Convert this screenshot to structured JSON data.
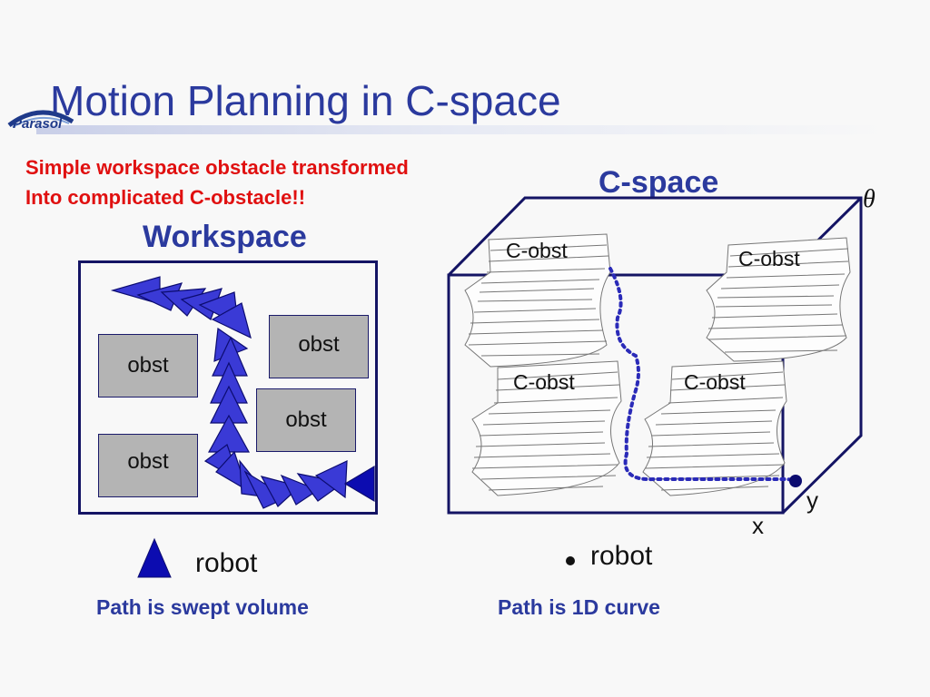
{
  "slide": {
    "title": "Motion Planning in C-space",
    "logo_text": "Parasol",
    "subtitle_line1": "Simple workspace obstacle transformed",
    "subtitle_line2": "Into complicated C-obstacle!!"
  },
  "workspace": {
    "heading": "Workspace",
    "obstacles": [
      "obst",
      "obst",
      "obst",
      "obst"
    ],
    "robot_label": "robot",
    "caption": "Path is swept volume"
  },
  "cspace": {
    "heading": "C-space",
    "obstacles": [
      "C-obst",
      "C-obst",
      "C-obst",
      "C-obst"
    ],
    "axis_theta": "θ",
    "axis_x": "x",
    "axis_y": "y",
    "robot_label": "robot",
    "caption": "Path is 1D curve"
  },
  "colors": {
    "title": "#2b3a9e",
    "subtitle": "#e01010",
    "robot": "#1414a0",
    "frame": "#141464"
  }
}
